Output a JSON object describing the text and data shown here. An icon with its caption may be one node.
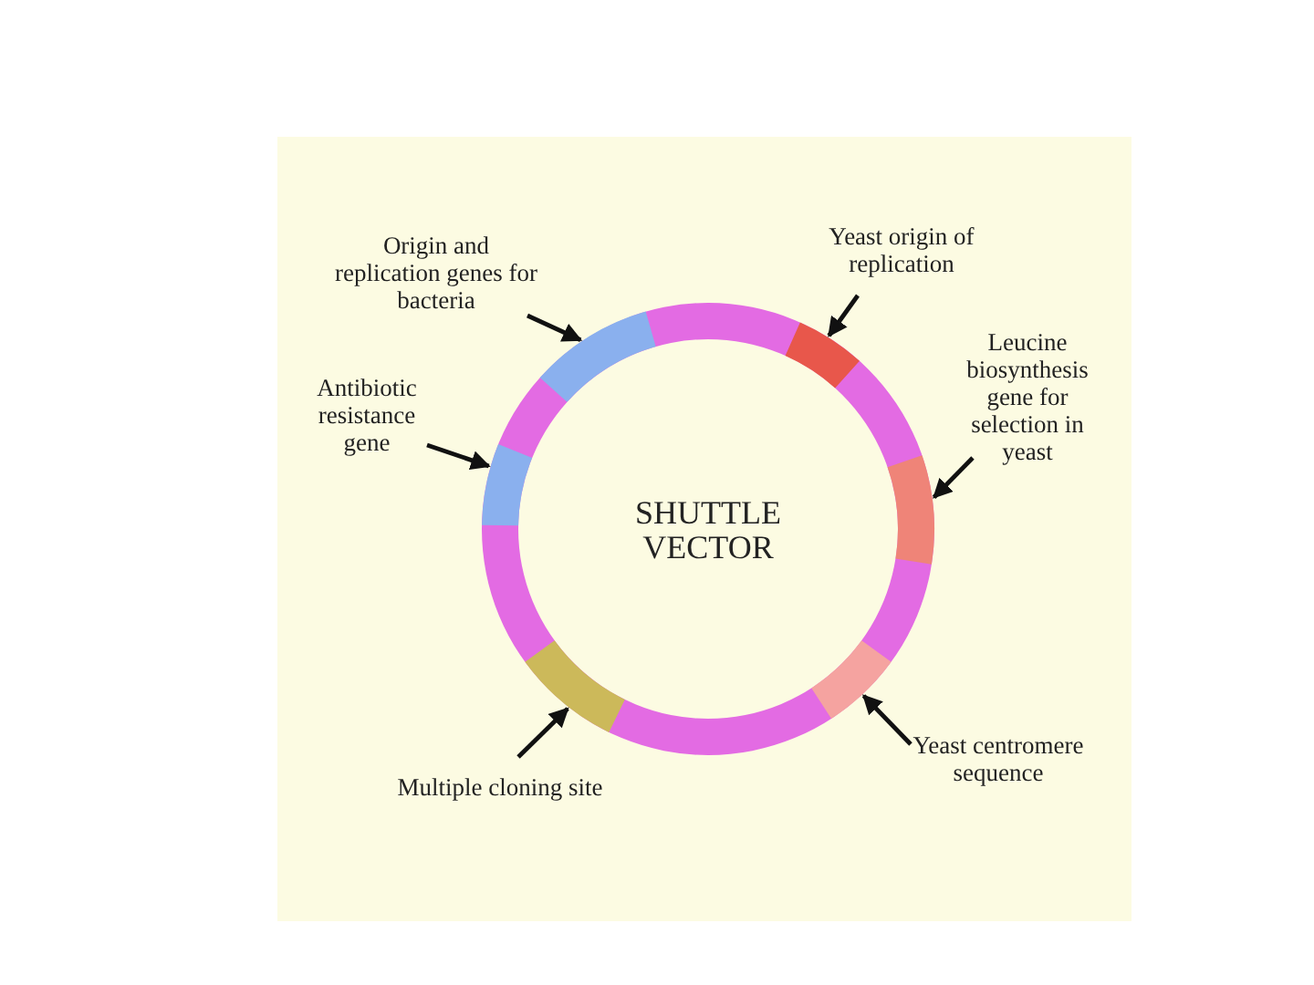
{
  "diagram": {
    "title": "SHUTTLE VECTOR",
    "nodes": [
      {
        "text": [
          "Origin and replication genes for bacteria"
        ]
      },
      {
        "text": [
          "Yeast origin of replication"
        ]
      },
      {
        "text": [
          "Antibiotic resistance gene"
        ]
      },
      {
        "text": [
          "Leucine biosynthesis gene for selection in yeast"
        ]
      },
      {
        "text": [
          "Multiple cloning site"
        ]
      },
      {
        "text": [
          "Yeast centromere sequence"
        ]
      },
      {
        "text": [],
        "shape": "bar"
      },
      {
        "text": [],
        "shape": "bar"
      },
      {
        "text": [],
        "shape": "bar"
      },
      {
        "text": [],
        "shape": "bar"
      },
      {
        "text": [],
        "shape": "bar"
      },
      {
        "text": [],
        "shape": "bar"
      }
    ],
    "edges": [
      {
        "from": 0,
        "to": 8,
        "arrow": "to"
      },
      {
        "from": 1,
        "to": 9,
        "arrow": "to"
      },
      {
        "from": 2,
        "to": 6,
        "arrow": "to"
      },
      {
        "from": 3,
        "to": 11,
        "arrow": "to"
      },
      {
        "from": 4,
        "to": 7,
        "arrow": "to"
      },
      {
        "from": 5,
        "to": 10,
        "arrow": "to"
      }
    ]
  }
}
